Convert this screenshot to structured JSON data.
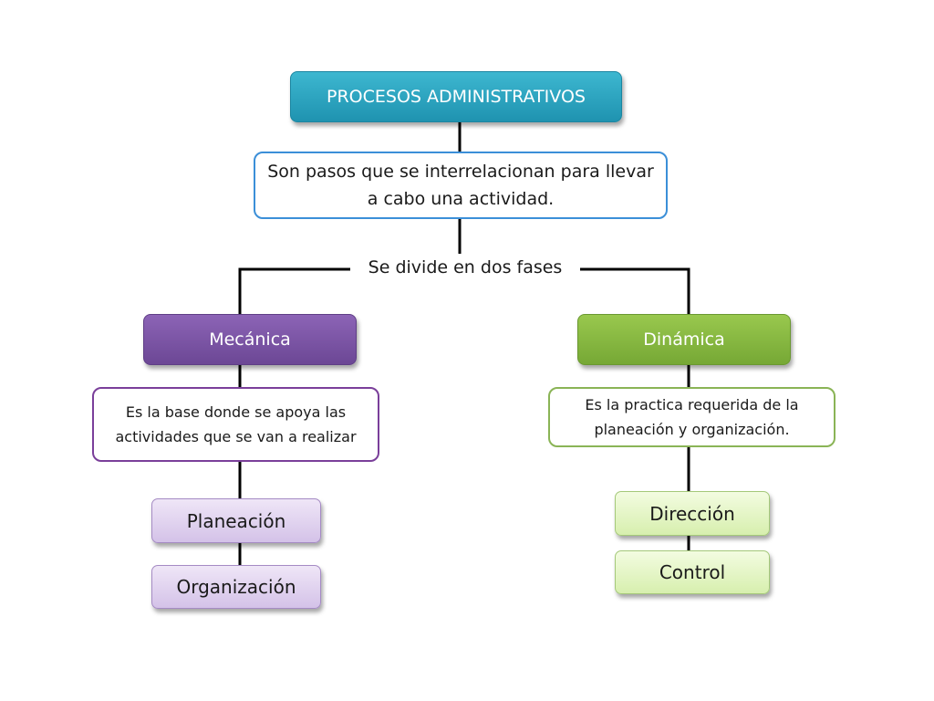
{
  "diagram": {
    "title": "PROCESOS ADMINISTRATIVOS",
    "definition": "Son pasos que se interrelacionan para llevar a cabo una actividad.",
    "phases_label": "Se divide en dos fases",
    "left_branch": {
      "name": "Mecánica",
      "description": "Es la base donde se apoya las actividades que se van a realizar",
      "items": [
        "Planeación",
        "Organización"
      ]
    },
    "right_branch": {
      "name": "Dinámica",
      "description": "Es la practica requerida de la planeación y organización.",
      "items": [
        "Dirección",
        "Control"
      ]
    }
  },
  "colors": {
    "title_fill": "#2aa3c0",
    "definition_border": "#3b8fd8",
    "mecanica_fill": "#7c55a6",
    "dinamica_fill": "#86b83f",
    "mecanica_desc_border": "#7a3f9a",
    "dinamica_desc_border": "#8ab456",
    "light_purple_fill": "#e2d6f0",
    "light_green_fill": "#e6f6c6",
    "connector": "#000000"
  }
}
